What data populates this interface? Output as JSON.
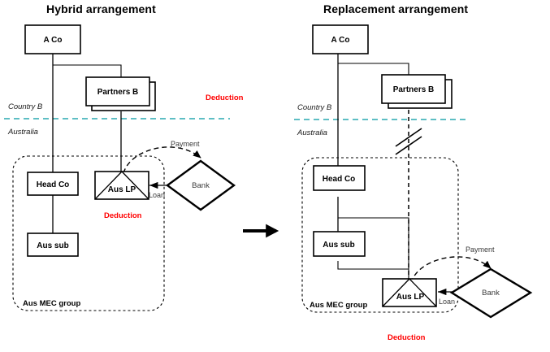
{
  "figure": {
    "type": "diagram",
    "subtype": "entity-structure-flow",
    "panels": [
      {
        "id": "hybrid",
        "title": "Hybrid arrangement",
        "jurisdiction_divider": {
          "upper_label": "Country B",
          "lower_label": "Australia",
          "color": "#29a8b0",
          "style": "dashed"
        },
        "group_box": {
          "label": "Aus MEC group",
          "style": "dashed-rounded"
        },
        "nodes": [
          {
            "id": "a-co",
            "label": "A Co",
            "shape": "rect",
            "jurisdiction": "Country B"
          },
          {
            "id": "partners-b",
            "label": "Partners B",
            "shape": "stacked-rect",
            "jurisdiction": "Country B"
          },
          {
            "id": "head-co",
            "label": "Head Co",
            "shape": "rect",
            "jurisdiction": "Australia"
          },
          {
            "id": "aus-sub",
            "label": "Aus sub",
            "shape": "rect",
            "jurisdiction": "Australia"
          },
          {
            "id": "aus-lp",
            "label": "Aus LP",
            "shape": "rect-with-triangle",
            "jurisdiction": "Australia"
          },
          {
            "id": "bank",
            "label": "Bank",
            "shape": "diamond",
            "jurisdiction": "Australia"
          }
        ],
        "edges": [
          {
            "from": "a-co",
            "to": "head-co",
            "label": "",
            "style": "solid"
          },
          {
            "from": "a-co",
            "to": "partners-b",
            "label": "",
            "style": "solid"
          },
          {
            "from": "partners-b",
            "to": "aus-lp",
            "label": "",
            "style": "solid"
          },
          {
            "from": "head-co",
            "to": "aus-sub",
            "label": "",
            "style": "solid"
          },
          {
            "from": "bank",
            "to": "aus-lp",
            "label": "Loan",
            "style": "solid-arrow"
          },
          {
            "from": "aus-lp",
            "to": "bank",
            "label": "Payment",
            "style": "dashed-arc-arrow"
          }
        ],
        "annotations": [
          {
            "id": "deduction-upper",
            "text": "Deduction",
            "color": "#ff0000"
          },
          {
            "id": "deduction-lower",
            "text": "Deduction",
            "color": "#ff0000"
          }
        ]
      },
      {
        "id": "replacement",
        "title": "Replacement arrangement",
        "jurisdiction_divider": {
          "upper_label": "Country B",
          "lower_label": "Australia",
          "color": "#29a8b0",
          "style": "dashed"
        },
        "group_box": {
          "label": "Aus MEC group",
          "style": "dashed-rounded"
        },
        "nodes": [
          {
            "id": "a-co",
            "label": "A Co",
            "shape": "rect",
            "jurisdiction": "Country B"
          },
          {
            "id": "partners-b",
            "label": "Partners B",
            "shape": "stacked-rect",
            "jurisdiction": "Country B"
          },
          {
            "id": "head-co",
            "label": "Head Co",
            "shape": "rect",
            "jurisdiction": "Australia"
          },
          {
            "id": "aus-sub",
            "label": "Aus sub",
            "shape": "rect",
            "jurisdiction": "Australia"
          },
          {
            "id": "aus-lp",
            "label": "Aus LP",
            "shape": "rect-with-triangle",
            "jurisdiction": "Australia"
          },
          {
            "id": "bank",
            "label": "Bank",
            "shape": "diamond",
            "jurisdiction": "Australia"
          }
        ],
        "edges": [
          {
            "from": "a-co",
            "to": "head-co",
            "label": "",
            "style": "solid"
          },
          {
            "from": "a-co",
            "to": "partners-b",
            "label": "",
            "style": "solid"
          },
          {
            "from": "partners-b",
            "to": "aus-lp",
            "label": "",
            "style": "dashed-severed"
          },
          {
            "from": "head-co",
            "to": "aus-sub",
            "label": "",
            "style": "solid"
          },
          {
            "from": "head-co",
            "to": "aus-lp",
            "label": "",
            "style": "solid"
          },
          {
            "from": "aus-sub",
            "to": "aus-lp",
            "label": "",
            "style": "solid"
          },
          {
            "from": "bank",
            "to": "aus-lp",
            "label": "Loan",
            "style": "solid-arrow"
          },
          {
            "from": "aus-lp",
            "to": "bank",
            "label": "Payment",
            "style": "dashed-arc-arrow"
          }
        ],
        "annotations": [
          {
            "id": "deduction-lower",
            "text": "Deduction",
            "color": "#ff0000"
          }
        ],
        "severed_link_icon": "double-slash-break-icon"
      }
    ],
    "transition_arrow": {
      "icon": "right-arrow-icon",
      "direction": "right"
    }
  },
  "left": {
    "title": "Hybrid arrangement",
    "a_co": "A Co",
    "partners_b": "Partners B",
    "country_b": "Country B",
    "australia": "Australia",
    "head_co": "Head Co",
    "aus_sub": "Aus sub",
    "aus_lp": "Aus LP",
    "bank": "Bank",
    "loan": "Loan",
    "payment": "Payment",
    "deduction_upper": "Deduction",
    "deduction_lower": "Deduction",
    "mec_group": "Aus MEC group"
  },
  "right": {
    "title": "Replacement arrangement",
    "a_co": "A Co",
    "partners_b": "Partners B",
    "country_b": "Country B",
    "australia": "Australia",
    "head_co": "Head Co",
    "aus_sub": "Aus sub",
    "aus_lp": "Aus LP",
    "bank": "Bank",
    "loan": "Loan",
    "payment": "Payment",
    "deduction": "Deduction",
    "mec_group": "Aus MEC group"
  },
  "colors": {
    "divider": "#29a8b0",
    "deduction": "#ff0000",
    "stroke": "#000000",
    "background": "#ffffff",
    "edge_label": "#3a3a3a"
  }
}
